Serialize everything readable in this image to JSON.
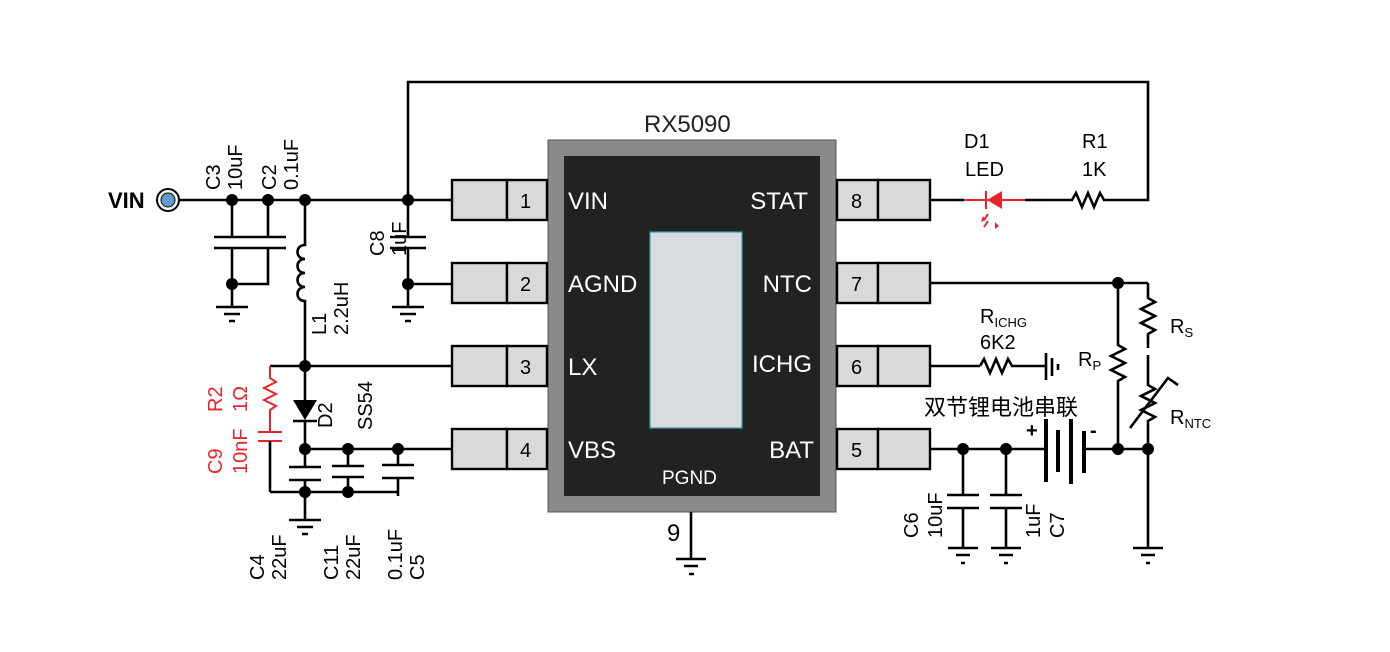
{
  "chip": {
    "name": "RX5090",
    "colors": {
      "body": "#222222",
      "border": "#8a8a8a",
      "pad": "#d9dcde",
      "pad_outline": "#3a9ab8",
      "pin": "#d9d9d9"
    },
    "left_pins": [
      {
        "num": "1",
        "name": "VIN"
      },
      {
        "num": "2",
        "name": "AGND"
      },
      {
        "num": "3",
        "name": "LX"
      },
      {
        "num": "4",
        "name": "VBS"
      }
    ],
    "right_pins": [
      {
        "num": "8",
        "name": "STAT"
      },
      {
        "num": "7",
        "name": "NTC"
      },
      {
        "num": "6",
        "name": "ICHG"
      },
      {
        "num": "5",
        "name": "BAT"
      }
    ],
    "bottom_pin": {
      "num": "9",
      "name": "PGND"
    }
  },
  "input": {
    "label": "VIN",
    "terminal_color": "#6699cc"
  },
  "components": {
    "C3": {
      "ref": "C3",
      "value": "10uF"
    },
    "C2": {
      "ref": "C2",
      "value": "0.1uF"
    },
    "C8": {
      "ref": "C8",
      "value": "1uF"
    },
    "L1": {
      "ref": "L1",
      "value": "2.2uH"
    },
    "R2": {
      "ref": "R2",
      "value": "1Ω"
    },
    "C9": {
      "ref": "C9",
      "value": "10nF"
    },
    "D2": {
      "ref": "D2",
      "value": "SS54"
    },
    "C4": {
      "ref": "C4",
      "value": "22uF"
    },
    "C11": {
      "ref": "C11",
      "value": "22uF"
    },
    "C5": {
      "ref": "C5",
      "value": "0.1uF"
    },
    "D1": {
      "ref": "D1",
      "value": "LED"
    },
    "R1": {
      "ref": "R1",
      "value": "1K"
    },
    "RICHG": {
      "ref_main": "R",
      "ref_sub": "ICHG",
      "value": "6K2"
    },
    "RS": {
      "ref_main": "R",
      "ref_sub": "S"
    },
    "RP": {
      "ref_main": "R",
      "ref_sub": "P"
    },
    "RNTC": {
      "ref_main": "R",
      "ref_sub": "NTC"
    },
    "C6": {
      "ref": "C6",
      "value": "10uF"
    },
    "C7": {
      "ref": "C7",
      "value": "1uF"
    }
  },
  "battery": {
    "label": "双节锂电池串联",
    "plus": "+",
    "minus": "-"
  },
  "accent_red": "#e8252a"
}
